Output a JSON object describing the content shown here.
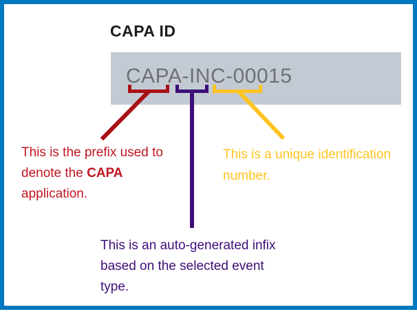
{
  "diagram": {
    "title": "CAPA ID",
    "frame_border_color": "#0079c2",
    "id_field": {
      "value": "CAPA-INC-00015",
      "background_color": "#c3cad3",
      "text_color": "#6d7175"
    },
    "callouts": {
      "prefix": {
        "color": "#c01520",
        "bracket_color": "#a91117",
        "line1": "This is the prefix used to",
        "line2_normal": "denote the ",
        "line2_bold": "CAPA",
        "line3": "application."
      },
      "infix": {
        "color": "#3d0e78",
        "bracket_color": "#3d0e78",
        "line1": "This is an auto-generated infix",
        "line2": "based on the selected event",
        "line3": "type."
      },
      "suffix": {
        "color": "#ffc421",
        "bracket_color": "#ffc421",
        "line1": "This is a unique identification",
        "line2": "number."
      }
    }
  }
}
